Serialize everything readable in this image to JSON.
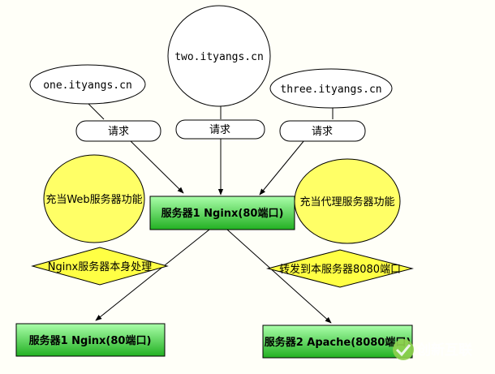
{
  "domains": {
    "one": "one.ityangs.cn",
    "two": "two.ityangs.cn",
    "three": "three.ityangs.cn"
  },
  "requests": {
    "left": "请求",
    "middle": "请求",
    "right": "请求"
  },
  "roles": {
    "web": "充当Web服务器功能",
    "proxy": "充当代理服务器功能"
  },
  "servers": {
    "main": "服务器1 Nginx(80端口)",
    "nginx": "服务器1 Nginx(80端口)",
    "apache": "服务器2 Apache(8080端口)"
  },
  "decisions": {
    "local": "Nginx服务器本身处理",
    "forward": "转发到本服务器8080端口"
  },
  "watermark": {
    "text": "创新互联"
  },
  "colors": {
    "ellipse_fill": "#ffffff",
    "role_fill": "#ffff66",
    "decision_fill": "#ffff44",
    "server_fill_top": "#99ff99",
    "server_fill_bottom": "#22bb22",
    "watermark_icon": "#8fd14f"
  }
}
